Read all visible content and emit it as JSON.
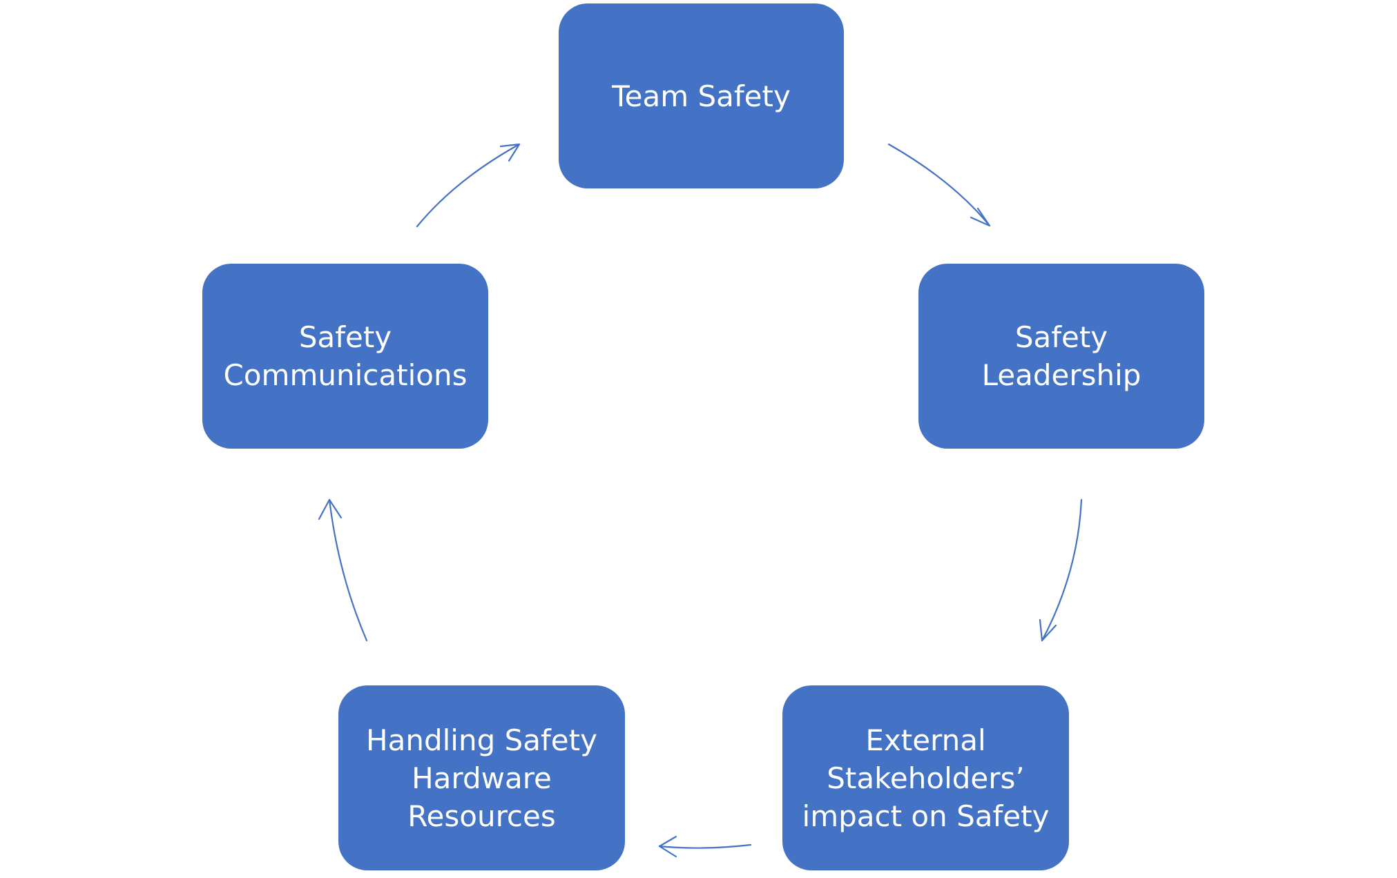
{
  "diagram": {
    "type": "cycle",
    "accent_color": "#4472c4",
    "text_color": "#ffffff",
    "nodes": [
      {
        "label": "Team Safety"
      },
      {
        "label": "Safety\nLeadership"
      },
      {
        "label": "External\nStakeholders’\nimpact on Safety"
      },
      {
        "label": "Handling Safety\nHardware\nResources"
      },
      {
        "label": "Safety\nCommunications"
      }
    ],
    "edges": [
      {
        "from": 0,
        "to": 1
      },
      {
        "from": 1,
        "to": 2
      },
      {
        "from": 2,
        "to": 3
      },
      {
        "from": 3,
        "to": 4
      },
      {
        "from": 4,
        "to": 0
      }
    ]
  }
}
